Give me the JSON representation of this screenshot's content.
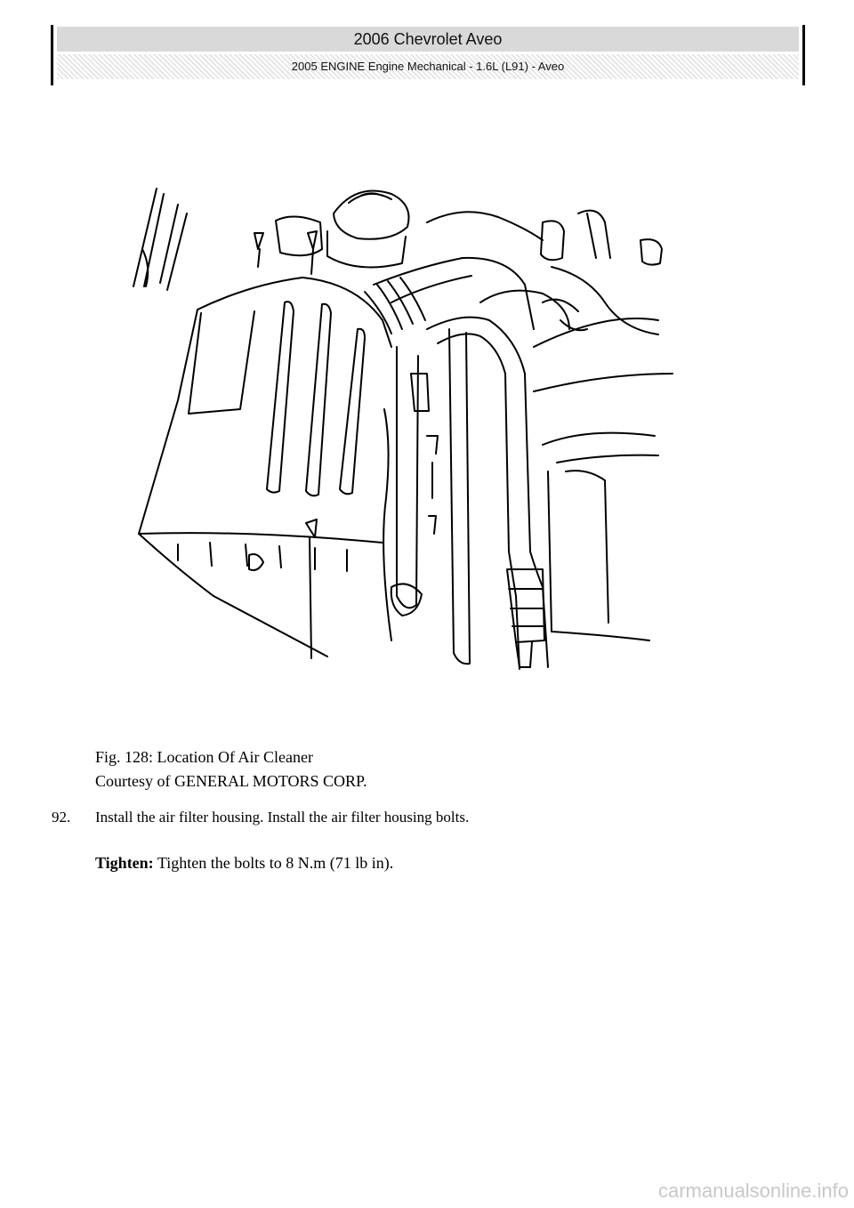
{
  "header": {
    "title": "2006 Chevrolet Aveo",
    "subtitle": "2005 ENGINE Engine Mechanical - 1.6L (L91) - Aveo"
  },
  "figure": {
    "caption_line1": "Fig. 128: Location Of Air Cleaner",
    "caption_line2": "Courtesy of GENERAL MOTORS CORP."
  },
  "step": {
    "number": "92.",
    "text": "Install the air filter housing. Install the air filter housing bolts."
  },
  "tighten": {
    "label": "Tighten:",
    "text": " Tighten the bolts to 8 N.m (71 lb in)."
  },
  "watermark": "carmanualsonline.info"
}
